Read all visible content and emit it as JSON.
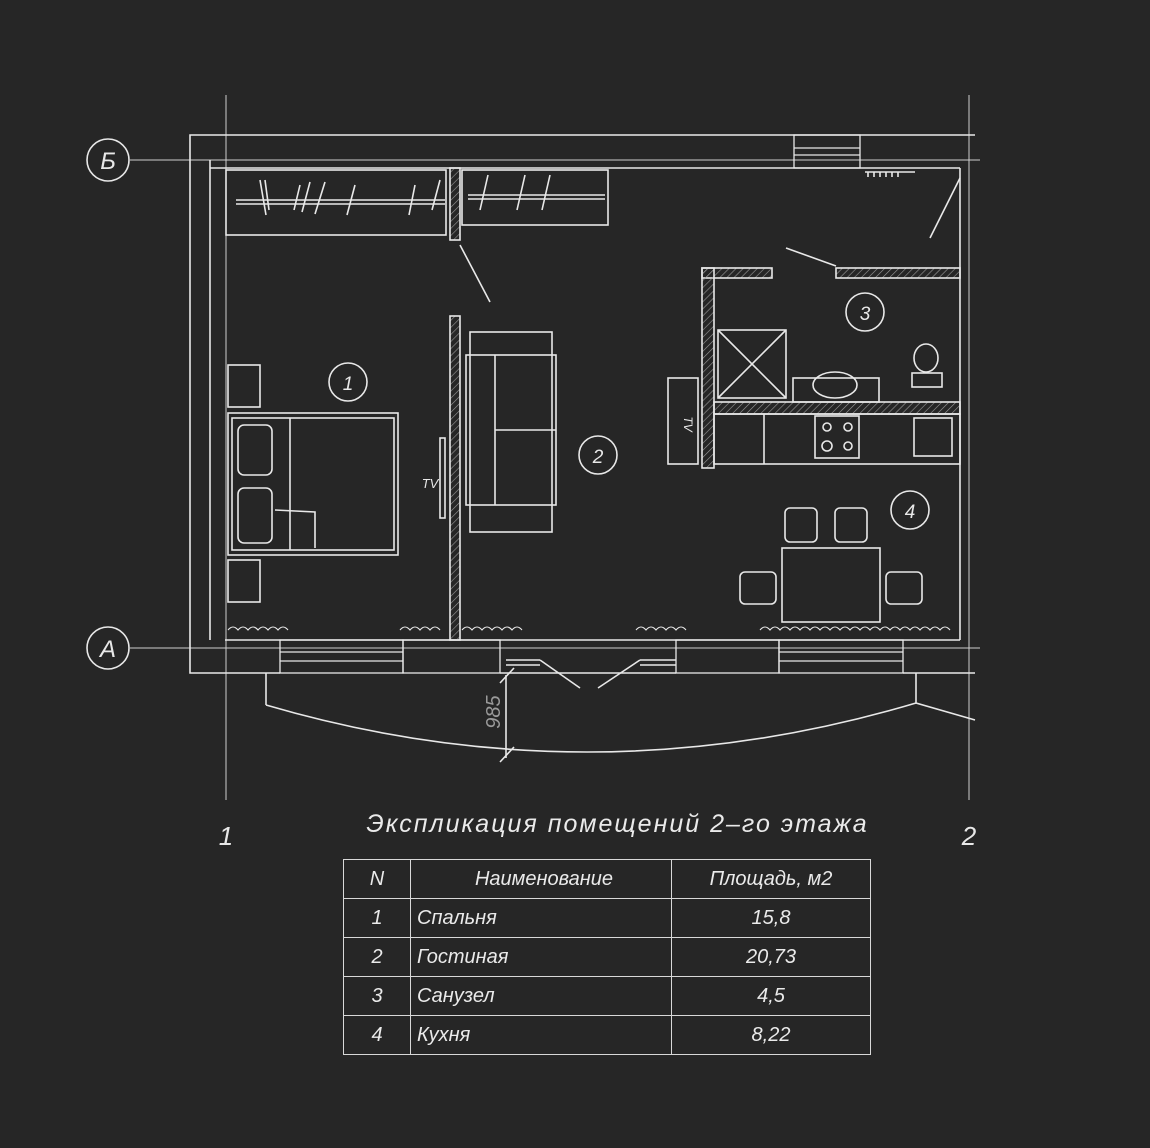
{
  "axes": {
    "letters": [
      {
        "label": "Б"
      },
      {
        "label": "А"
      }
    ],
    "numbers": [
      {
        "label": "1"
      },
      {
        "label": "2"
      }
    ]
  },
  "rooms": [
    {
      "number": "1"
    },
    {
      "number": "2"
    },
    {
      "number": "3"
    },
    {
      "number": "4"
    }
  ],
  "tv_labels": [
    "TV",
    "TV"
  ],
  "dimension": "985",
  "explication": {
    "title": "Экспликация помещений 2–го этажа",
    "headers": {
      "n": "N",
      "name": "Наименование",
      "area": "Площадь, м2"
    },
    "rows": [
      {
        "n": "1",
        "name": "Спальня",
        "area": "15,8"
      },
      {
        "n": "2",
        "name": "Гостиная",
        "area": "20,73"
      },
      {
        "n": "3",
        "name": "Санузел",
        "area": "4,5"
      },
      {
        "n": "4",
        "name": "Кухня",
        "area": "8,22"
      }
    ]
  },
  "colors": {
    "background": "#262626",
    "lines": "#e8e8e8",
    "hatch": "#9a9a9a"
  }
}
